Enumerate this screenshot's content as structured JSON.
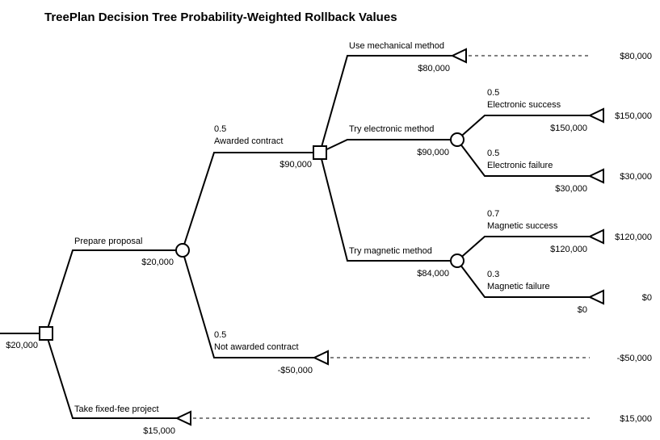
{
  "title": "TreePlan Decision Tree Probability-Weighted Rollback Values",
  "colors": {
    "line": "#000000",
    "background": "#ffffff",
    "text": "#000000"
  },
  "tree": {
    "root": {
      "type": "decision",
      "rollback_value": "$20,000",
      "branches": [
        {
          "label": "Prepare proposal",
          "node": {
            "type": "chance",
            "rollback_value": "$20,000",
            "branches": [
              {
                "probability": "0.5",
                "label": "Awarded contract",
                "node": {
                  "type": "decision",
                  "rollback_value": "$90,000",
                  "branches": [
                    {
                      "label": "Use mechanical method",
                      "node": {
                        "type": "terminal",
                        "value": "$80,000",
                        "endpoint_value": "$80,000"
                      }
                    },
                    {
                      "label": "Try electronic method",
                      "node": {
                        "type": "chance",
                        "rollback_value": "$90,000",
                        "branches": [
                          {
                            "probability": "0.5",
                            "label": "Electronic success",
                            "node": {
                              "type": "terminal",
                              "value": "$150,000",
                              "endpoint_value": "$150,000"
                            }
                          },
                          {
                            "probability": "0.5",
                            "label": "Electronic failure",
                            "node": {
                              "type": "terminal",
                              "value": "$30,000",
                              "endpoint_value": "$30,000"
                            }
                          }
                        ]
                      }
                    },
                    {
                      "label": "Try magnetic method",
                      "node": {
                        "type": "chance",
                        "rollback_value": "$84,000",
                        "branches": [
                          {
                            "probability": "0.7",
                            "label": "Magnetic success",
                            "node": {
                              "type": "terminal",
                              "value": "$120,000",
                              "endpoint_value": "$120,000"
                            }
                          },
                          {
                            "probability": "0.3",
                            "label": "Magnetic failure",
                            "node": {
                              "type": "terminal",
                              "value": "$0",
                              "endpoint_value": "$0"
                            }
                          }
                        ]
                      }
                    }
                  ]
                }
              },
              {
                "probability": "0.5",
                "label": "Not awarded contract",
                "node": {
                  "type": "terminal",
                  "value": "-$50,000",
                  "endpoint_value": "-$50,000"
                }
              }
            ]
          }
        },
        {
          "label": "Take fixed-fee project",
          "node": {
            "type": "terminal",
            "value": "$15,000",
            "endpoint_value": "$15,000"
          }
        }
      ]
    }
  }
}
